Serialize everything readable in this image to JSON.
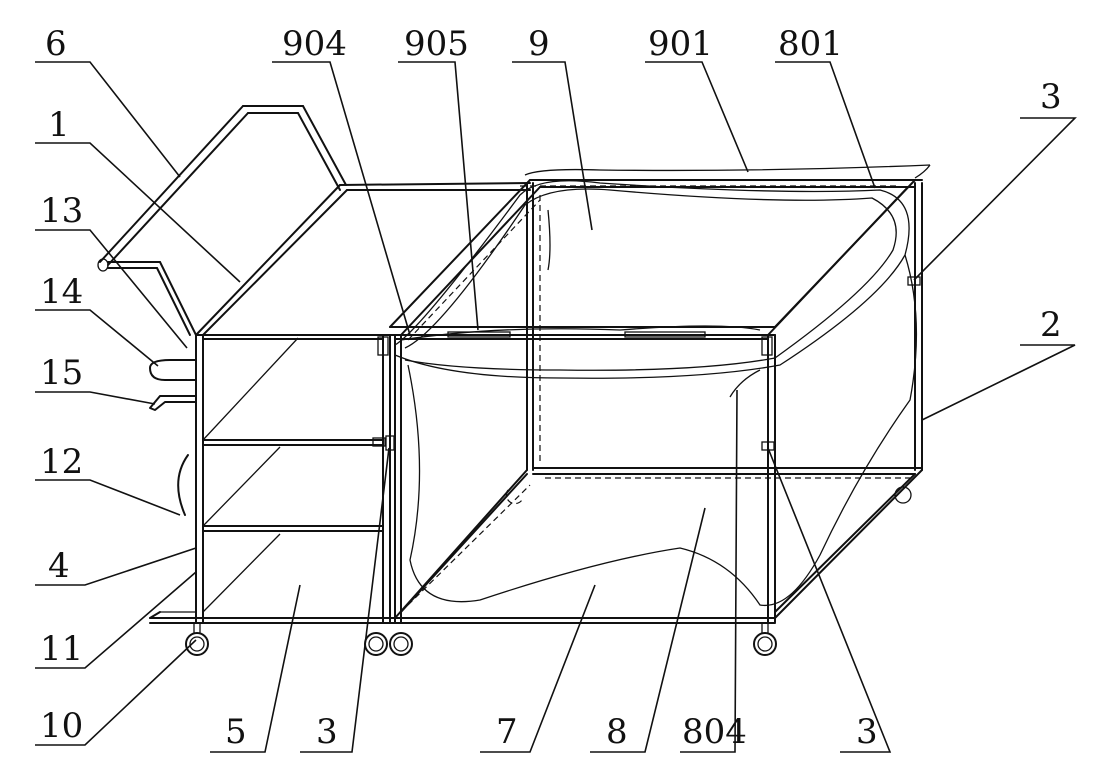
{
  "labels": {
    "l6": "6",
    "l1": "1",
    "l13": "13",
    "l14": "14",
    "l15": "15",
    "l12": "12",
    "l4": "4",
    "l11": "11",
    "l10": "10",
    "l5": "5",
    "l3_bottom_left": "3",
    "l7": "7",
    "l8": "8",
    "l804": "804",
    "l3_bottom_right": "3",
    "l904": "904",
    "l905": "905",
    "l9": "9",
    "l901": "901",
    "l801": "801",
    "l3_top_right": "3",
    "l2": "2"
  },
  "colors": {
    "line": "#111111",
    "background": "#ffffff"
  }
}
